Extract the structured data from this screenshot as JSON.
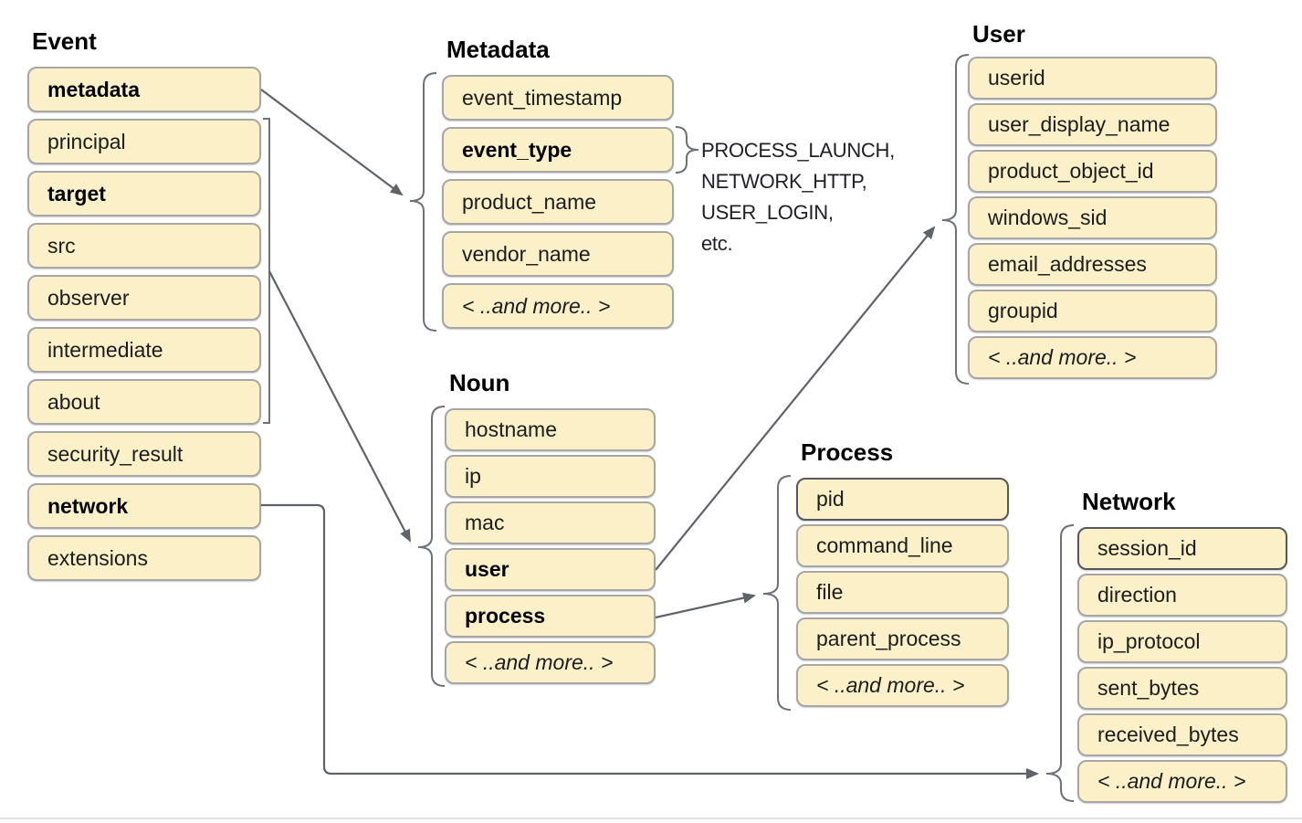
{
  "page": {
    "background": "#ffffff",
    "divider_color": "#e0e2e5"
  },
  "colors": {
    "box_fill": "#FBF0C7",
    "box_border": "#a6a6a6",
    "box_border_emphasis": "#55585c",
    "connector": "#5f6368",
    "brace": "#6d7278",
    "text": "#1c1c1c",
    "bold_text": "#000000"
  },
  "diagram": {
    "groups": [
      {
        "id": "event",
        "title": "Event",
        "items": [
          {
            "label": "metadata",
            "bold": true
          },
          {
            "label": "principal"
          },
          {
            "label": "target",
            "bold": true
          },
          {
            "label": "src"
          },
          {
            "label": "observer"
          },
          {
            "label": "intermediate"
          },
          {
            "label": "about"
          },
          {
            "label": "security_result"
          },
          {
            "label": "network",
            "bold": true
          },
          {
            "label": "extensions"
          }
        ]
      },
      {
        "id": "metadata",
        "title": "Metadata",
        "items": [
          {
            "label": "event_timestamp"
          },
          {
            "label": "event_type",
            "bold": true
          },
          {
            "label": "product_name"
          },
          {
            "label": "vendor_name"
          },
          {
            "label": "< ..and more.. >",
            "italic": true
          }
        ]
      },
      {
        "id": "noun",
        "title": "Noun",
        "items": [
          {
            "label": "hostname"
          },
          {
            "label": "ip"
          },
          {
            "label": "mac"
          },
          {
            "label": "user",
            "bold": true
          },
          {
            "label": "process",
            "bold": true
          },
          {
            "label": "< ..and more.. >",
            "italic": true
          }
        ]
      },
      {
        "id": "user",
        "title": "User",
        "items": [
          {
            "label": "userid"
          },
          {
            "label": "user_display_name"
          },
          {
            "label": "product_object_id"
          },
          {
            "label": "windows_sid"
          },
          {
            "label": "email_addresses"
          },
          {
            "label": "groupid"
          },
          {
            "label": "< ..and more.. >",
            "italic": true
          }
        ]
      },
      {
        "id": "process",
        "title": "Process",
        "items": [
          {
            "label": "pid",
            "dark": true
          },
          {
            "label": "command_line"
          },
          {
            "label": "file"
          },
          {
            "label": "parent_process"
          },
          {
            "label": "< ..and more.. >",
            "italic": true
          }
        ]
      },
      {
        "id": "network",
        "title": "Network",
        "items": [
          {
            "label": "session_id",
            "dark": true
          },
          {
            "label": "direction"
          },
          {
            "label": "ip_protocol"
          },
          {
            "label": "sent_bytes"
          },
          {
            "label": "received_bytes"
          },
          {
            "label": "< ..and more.. >",
            "italic": true
          }
        ]
      }
    ],
    "event_type_enum": "PROCESS_LAUNCH,\nNETWORK_HTTP,\nUSER_LOGIN,\netc.",
    "connections": [
      {
        "from": "Event.metadata",
        "to": "Metadata"
      },
      {
        "from": "Event.principal-about",
        "to": "Noun"
      },
      {
        "from": "Noun.user",
        "to": "User"
      },
      {
        "from": "Noun.process",
        "to": "Process"
      },
      {
        "from": "Event.network",
        "to": "Network"
      },
      {
        "from": "Metadata.event_type",
        "to": "event_type_enum"
      }
    ]
  }
}
